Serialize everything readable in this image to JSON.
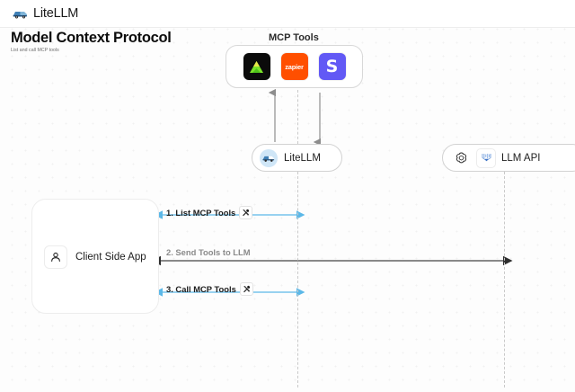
{
  "header": {
    "brand_name": "LiteLLM",
    "brand_icon": "litellm-truck-logo"
  },
  "page": {
    "title": "Model Context Protocol",
    "subtitle": "List and call MCP tools"
  },
  "diagram": {
    "mcp_group": {
      "label": "MCP Tools",
      "tools": [
        {
          "name": "triangle-logo-tool",
          "kind": "glyph",
          "bg": "#0b0b0b",
          "fg": "#7ae22a",
          "text": ""
        },
        {
          "name": "zapier-tool",
          "kind": "text",
          "bg": "#ff4f00",
          "fg": "#ffffff",
          "text": "zapier"
        },
        {
          "name": "slack-s-tool",
          "kind": "letter",
          "bg": "#6259f5",
          "fg": "#ffffff",
          "text": "S"
        }
      ]
    },
    "nodes": {
      "litellm": {
        "label": "LiteLLM",
        "icon": "litellm-truck-icon"
      },
      "llm_api": {
        "label": "LLM API",
        "icons": [
          "openai-icon",
          "bedrock-icon"
        ]
      },
      "client": {
        "label": "Client Side App",
        "icon": "user-person-icon"
      }
    },
    "edges": [
      {
        "id": "e1",
        "label": "1. List MCP Tools",
        "badge_icon": "tools-icon",
        "color": "#5bb8e8",
        "style": "double-arrow"
      },
      {
        "id": "e2",
        "label": "2. Send Tools to LLM",
        "badge_icon": "",
        "color": "#555555",
        "style": "double-arrow"
      },
      {
        "id": "e3",
        "label": "3. Call MCP Tools",
        "badge_icon": "tools-icon",
        "color": "#5bb8e8",
        "style": "double-arrow"
      }
    ]
  },
  "colors": {
    "canvas": "#fbfbfb",
    "accent_blue": "#5bb8e8",
    "edge_dark": "#555555",
    "lifeline": "#c9c9c9"
  }
}
